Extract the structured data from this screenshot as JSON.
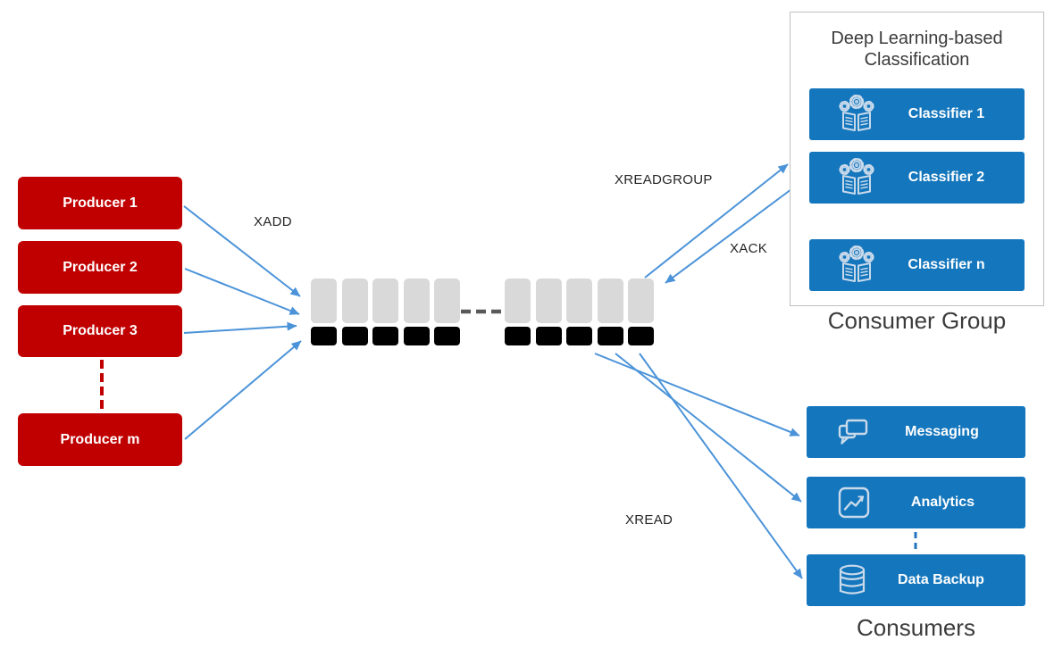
{
  "colors": {
    "producer_red": "#C00000",
    "box_blue": "#1476BC",
    "arrow_blue": "#4B93D8",
    "cell_gray": "#D9D9D9",
    "cell_black": "#000000",
    "label_dark": "#3B3B3B"
  },
  "producers": {
    "items": [
      {
        "label": "Producer 1"
      },
      {
        "label": "Producer 2"
      },
      {
        "label": "Producer 3"
      },
      {
        "label": "Producer m"
      }
    ]
  },
  "stream": {
    "groups": [
      {
        "cells": 5
      },
      {
        "cells": 5
      }
    ]
  },
  "commands": {
    "xadd": "XADD",
    "xreadgroup": "XREADGROUP",
    "xack": "XACK",
    "xread": "XREAD"
  },
  "consumer_group": {
    "title": "Deep Learning-based Classification",
    "items": [
      {
        "label": "Classifier 1",
        "icon": "machine-learning-icon"
      },
      {
        "label": "Classifier 2",
        "icon": "machine-learning-icon"
      },
      {
        "label": "Classifier n",
        "icon": "machine-learning-icon"
      }
    ],
    "caption": "Consumer Group"
  },
  "consumers": {
    "items": [
      {
        "label": "Messaging",
        "icon": "chat-bubbles-icon"
      },
      {
        "label": "Analytics",
        "icon": "line-chart-icon"
      },
      {
        "label": "Data Backup",
        "icon": "database-icon"
      }
    ],
    "caption": "Consumers"
  }
}
